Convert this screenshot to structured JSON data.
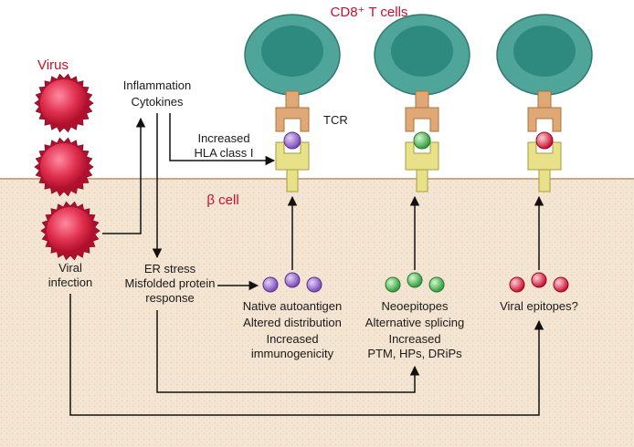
{
  "title": {
    "cd8": "CD8⁺ T cells",
    "virus": "Virus",
    "beta_cell": "β cell"
  },
  "labels": {
    "inflammation": "Inflammation",
    "cytokines": "Cytokines",
    "increased_hla_1": "Increased",
    "increased_hla_2": "HLA class I",
    "tcr": "TCR",
    "viral_infection_1": "Viral",
    "viral_infection_2": "infection",
    "er_stress_1": "ER stress",
    "er_stress_2": "Misfolded protein",
    "er_stress_3": "response"
  },
  "groups": [
    {
      "id": "native",
      "lines": [
        "Native autoantigen",
        "Altered distribution",
        "Increased",
        "immunogenicity"
      ],
      "color": "#8a5cc4"
    },
    {
      "id": "neo",
      "lines": [
        "Neoepitopes",
        "Alternative splicing",
        "Increased",
        "PTM, HPs, DRiPs"
      ],
      "color": "#3cb84a"
    },
    {
      "id": "viral",
      "lines": [
        "Viral epitopes?"
      ],
      "color": "#d8203f"
    }
  ],
  "colors": {
    "tcell_outer": "#4fa59a",
    "tcell_inner": "#2e8a7f",
    "tcr": "#e0a777",
    "hla": "#e9e08a",
    "membrane_fill": "#f5e6d6",
    "virus": "#d02040"
  }
}
